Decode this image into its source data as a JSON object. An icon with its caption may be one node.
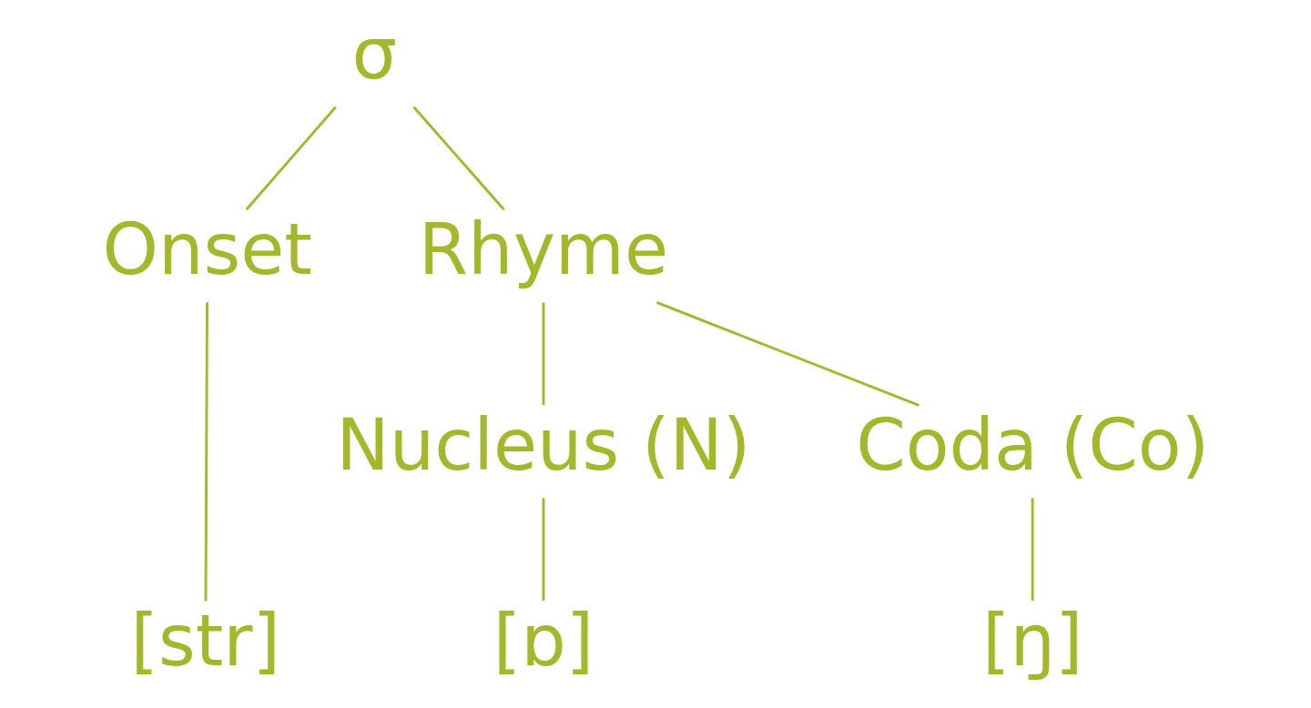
{
  "diagram": {
    "nodes": [
      {
        "text": [
          "σ"
        ]
      },
      {
        "text": [
          "Onset"
        ]
      },
      {
        "text": [
          "Rhyme"
        ]
      },
      {
        "text": [
          "Nucleus (N)"
        ]
      },
      {
        "text": [
          "Coda (Co)"
        ]
      },
      {
        "text": [
          "[str]"
        ]
      },
      {
        "text": [
          "[ɒ]"
        ]
      },
      {
        "text": [
          "[ŋ]"
        ]
      }
    ],
    "edges": [
      {
        "from": 0,
        "to": 1,
        "arrow": "none"
      },
      {
        "from": 0,
        "to": 2,
        "arrow": "none"
      },
      {
        "from": 2,
        "to": 3,
        "arrow": "none"
      },
      {
        "from": 2,
        "to": 4,
        "arrow": "none"
      },
      {
        "from": 1,
        "to": 5,
        "arrow": "none"
      },
      {
        "from": 3,
        "to": 6,
        "arrow": "none"
      },
      {
        "from": 4,
        "to": 7,
        "arrow": "none"
      }
    ]
  }
}
